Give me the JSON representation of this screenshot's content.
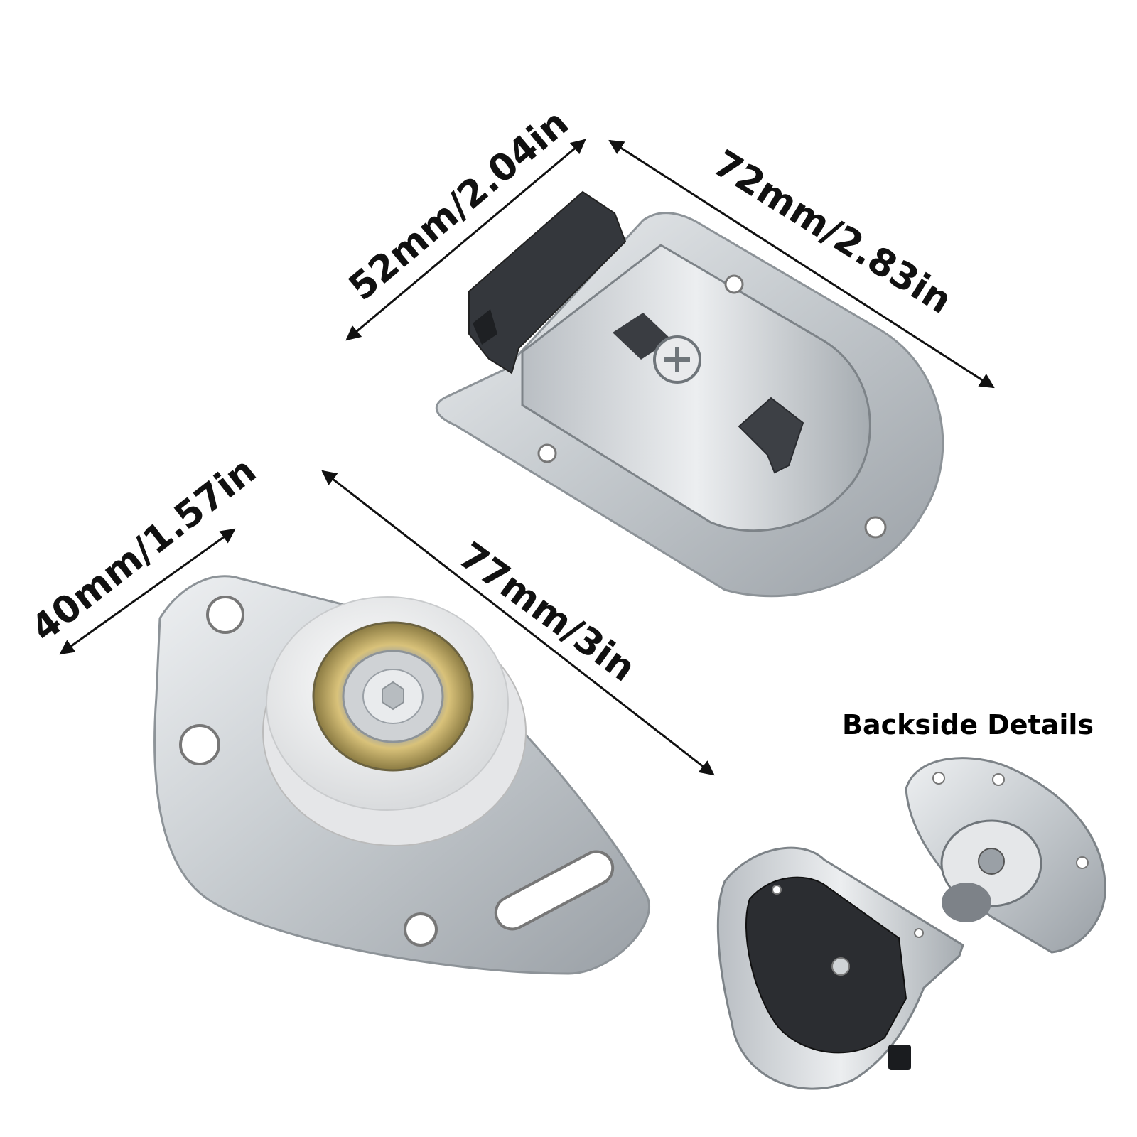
{
  "dimensions": {
    "guide_plate_width": "52mm/2.04in",
    "guide_plate_length": "72mm/2.83in",
    "roller_plate_width": "40mm/1.57in",
    "roller_plate_length": "77mm/3in"
  },
  "backside": {
    "heading": "Backside Details"
  },
  "colors": {
    "steel": "#cfd3d6",
    "steel_dark": "#8d9398",
    "plastic_dark": "#3a3d42",
    "wheel": "#f2f2f2",
    "bearing": "#c8b06a",
    "arrow": "#111111"
  }
}
